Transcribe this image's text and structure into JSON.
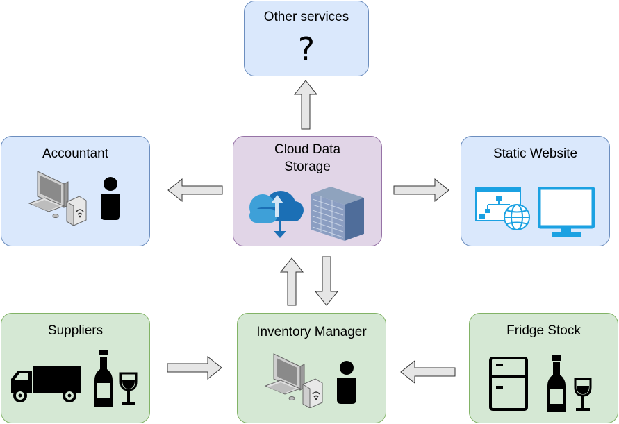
{
  "nodes": {
    "other_services": {
      "title": "Other services",
      "symbol": "?"
    },
    "accountant": {
      "title": "Accountant"
    },
    "cloud_storage": {
      "title_line1": "Cloud Data",
      "title_line2": "Storage"
    },
    "static_website": {
      "title": "Static Website"
    },
    "suppliers": {
      "title": "Suppliers"
    },
    "inventory_manager": {
      "title": "Inventory Manager"
    },
    "fridge_stock": {
      "title": "Fridge Stock"
    }
  },
  "connections": [
    {
      "from": "cloud_storage",
      "to": "other_services"
    },
    {
      "from": "cloud_storage",
      "to": "accountant"
    },
    {
      "from": "cloud_storage",
      "to": "static_website"
    },
    {
      "from": "inventory_manager",
      "to": "cloud_storage"
    },
    {
      "from": "cloud_storage",
      "to": "inventory_manager"
    },
    {
      "from": "suppliers",
      "to": "inventory_manager"
    },
    {
      "from": "fridge_stock",
      "to": "inventory_manager"
    }
  ],
  "colors": {
    "blue_fill": "#dae8fc",
    "blue_stroke": "#6c8ebf",
    "purple_fill": "#e1d5e7",
    "purple_stroke": "#9673a6",
    "green_fill": "#d5e8d4",
    "green_stroke": "#82b366",
    "arrow_fill": "#e6e6e6",
    "arrow_stroke": "#333333",
    "web_icon": "#1ba1e2"
  }
}
